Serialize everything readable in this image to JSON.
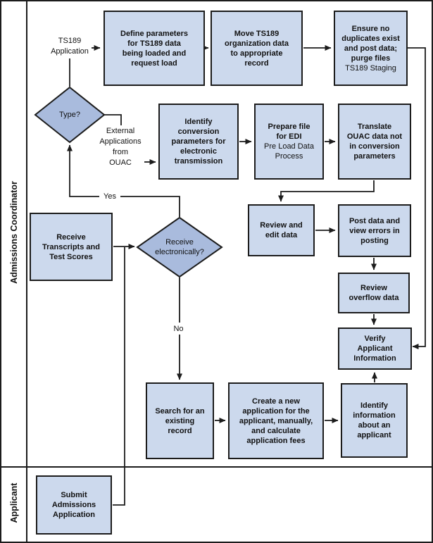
{
  "colors": {
    "box-fill": "#ccd9ed",
    "diamond-fill": "#a9bbdd",
    "stroke": "#1c1c1c",
    "canvas-bg": "#ffffff",
    "text": "#111111"
  },
  "lanes": {
    "coordinator": {
      "label": "Admissions Coordinator"
    },
    "applicant": {
      "label": "Applicant"
    }
  },
  "nodes": {
    "define_params": {
      "title": "Define parameters\nfor TS189 data\nbeing loaded and\nrequest load"
    },
    "move_ts189": {
      "title": "Move TS189\norganization data\nto appropriate\nrecord"
    },
    "ensure_no_dup": {
      "title": "Ensure no\nduplicates exist\nand post data;\npurge files",
      "subtitle": "TS189 Staging"
    },
    "identify_conversion": {
      "title": "Identify\nconversion\nparameters for\nelectronic\ntransmission"
    },
    "prepare_edi": {
      "title": "Prepare file\nfor EDI",
      "subtitle": "Pre Load Data\nProcess"
    },
    "translate_ouac": {
      "title": "Translate\nOUAC data not\nin conversion\nparameters"
    },
    "receive_transcripts": {
      "title": "Receive\nTranscripts and\nTest Scores"
    },
    "review_edit": {
      "title": "Review and\nedit data"
    },
    "post_data": {
      "title": "Post data and\nview errors in\nposting"
    },
    "review_overflow": {
      "title": "Review\noverflow data"
    },
    "verify_applicant": {
      "title": "Verify\nApplicant\nInformation"
    },
    "search_existing": {
      "title": "Search for an\nexisting\nrecord"
    },
    "create_application": {
      "title": "Create a new\napplication for the\napplicant, manually,\nand calculate\napplication fees"
    },
    "identify_info": {
      "title": "Identify\ninformation\nabout an\napplicant"
    },
    "submit_admissions": {
      "title": "Submit\nAdmissions\nApplication"
    }
  },
  "decisions": {
    "type": {
      "label": "Type?"
    },
    "receive_electronically": {
      "label": "Receive\nelectronically?"
    }
  },
  "edge_labels": {
    "ts189_application": "TS189\nApplication",
    "external_ouac": "External\nApplications\nfrom\nOUAC",
    "yes": "Yes",
    "no": "No"
  }
}
